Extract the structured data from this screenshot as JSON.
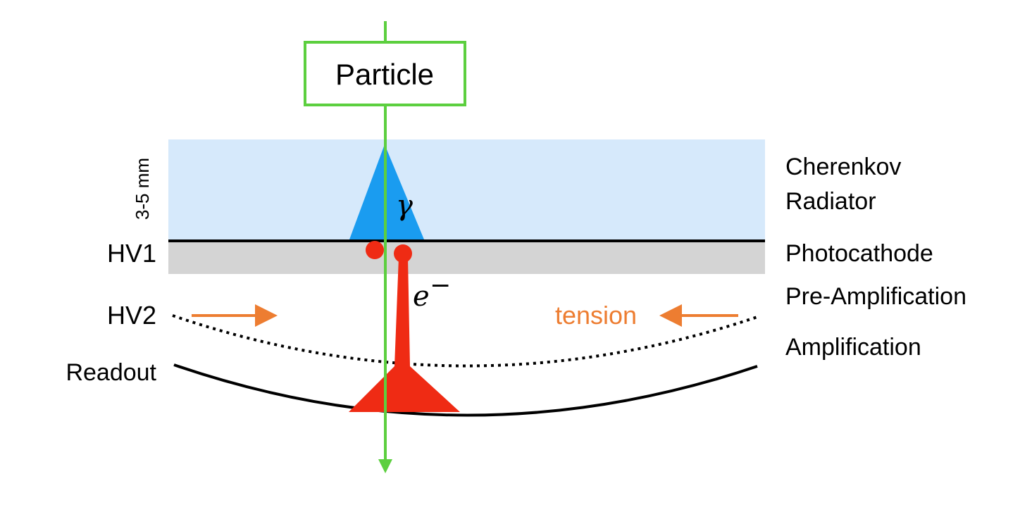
{
  "particle": {
    "label": "Particle",
    "box_color": "#5ccf3f",
    "track_color": "#5ccf3f"
  },
  "layers": {
    "radiator_color": "#d6e9fb",
    "photocathode_color": "#d4d4d4",
    "thickness_label": "3-5 mm"
  },
  "symbols": {
    "photon": "γ",
    "electron_base": "e",
    "electron_sup": "−"
  },
  "left_labels": {
    "hv1": "HV1",
    "hv2": "HV2",
    "readout": "Readout"
  },
  "right_labels": {
    "cherenkov_line1": "Cherenkov",
    "cherenkov_line2": "Radiator",
    "photocathode": "Photocathode",
    "pre_amplification": "Pre-Amplification",
    "amplification": "Amplification"
  },
  "tension": {
    "label": "tension",
    "color": "#ed7d31"
  },
  "colors": {
    "cherenkov_cone": "#1a9cf0",
    "electron_avalanche": "#ef2b14"
  }
}
